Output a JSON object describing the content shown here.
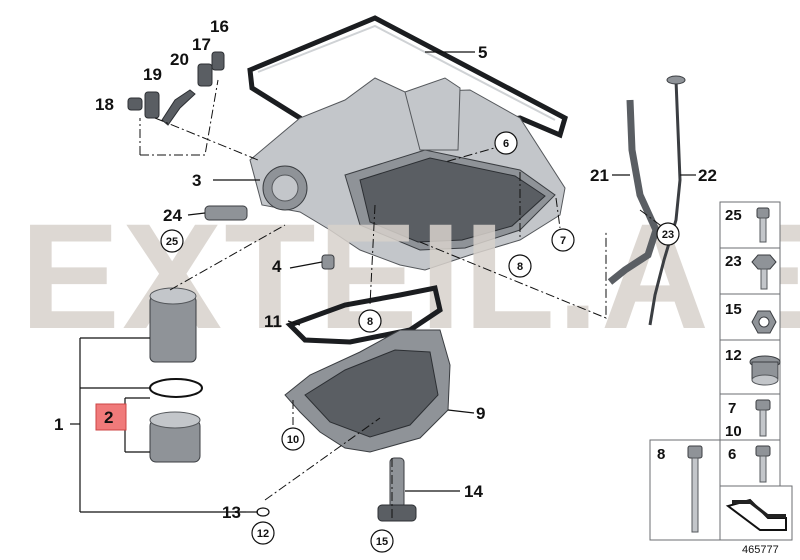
{
  "watermark": "EXTEIL.AE",
  "doc_id": "465777",
  "callouts": {
    "c1": "1",
    "c2": "2",
    "c3": "3",
    "c4": "4",
    "c5": "5",
    "c9": "9",
    "c11": "11",
    "c13": "13",
    "c14": "14",
    "c16": "16",
    "c17": "17",
    "c18": "18",
    "c19": "19",
    "c20": "20",
    "c21": "21",
    "c22": "22",
    "c24": "24"
  },
  "circled": {
    "c6": "6",
    "c7": "7",
    "c8a": "8",
    "c8b": "8",
    "c10": "10",
    "c12": "12",
    "c15": "15",
    "c23": "23",
    "c25": "25"
  },
  "legend": {
    "l25": "25",
    "l23": "23",
    "l15": "15",
    "l12": "12",
    "l7": "7",
    "l10": "10",
    "l8": "8",
    "l6": "6"
  },
  "colors": {
    "highlight": "#f07a7a",
    "watermark": "#d8d2cc"
  }
}
